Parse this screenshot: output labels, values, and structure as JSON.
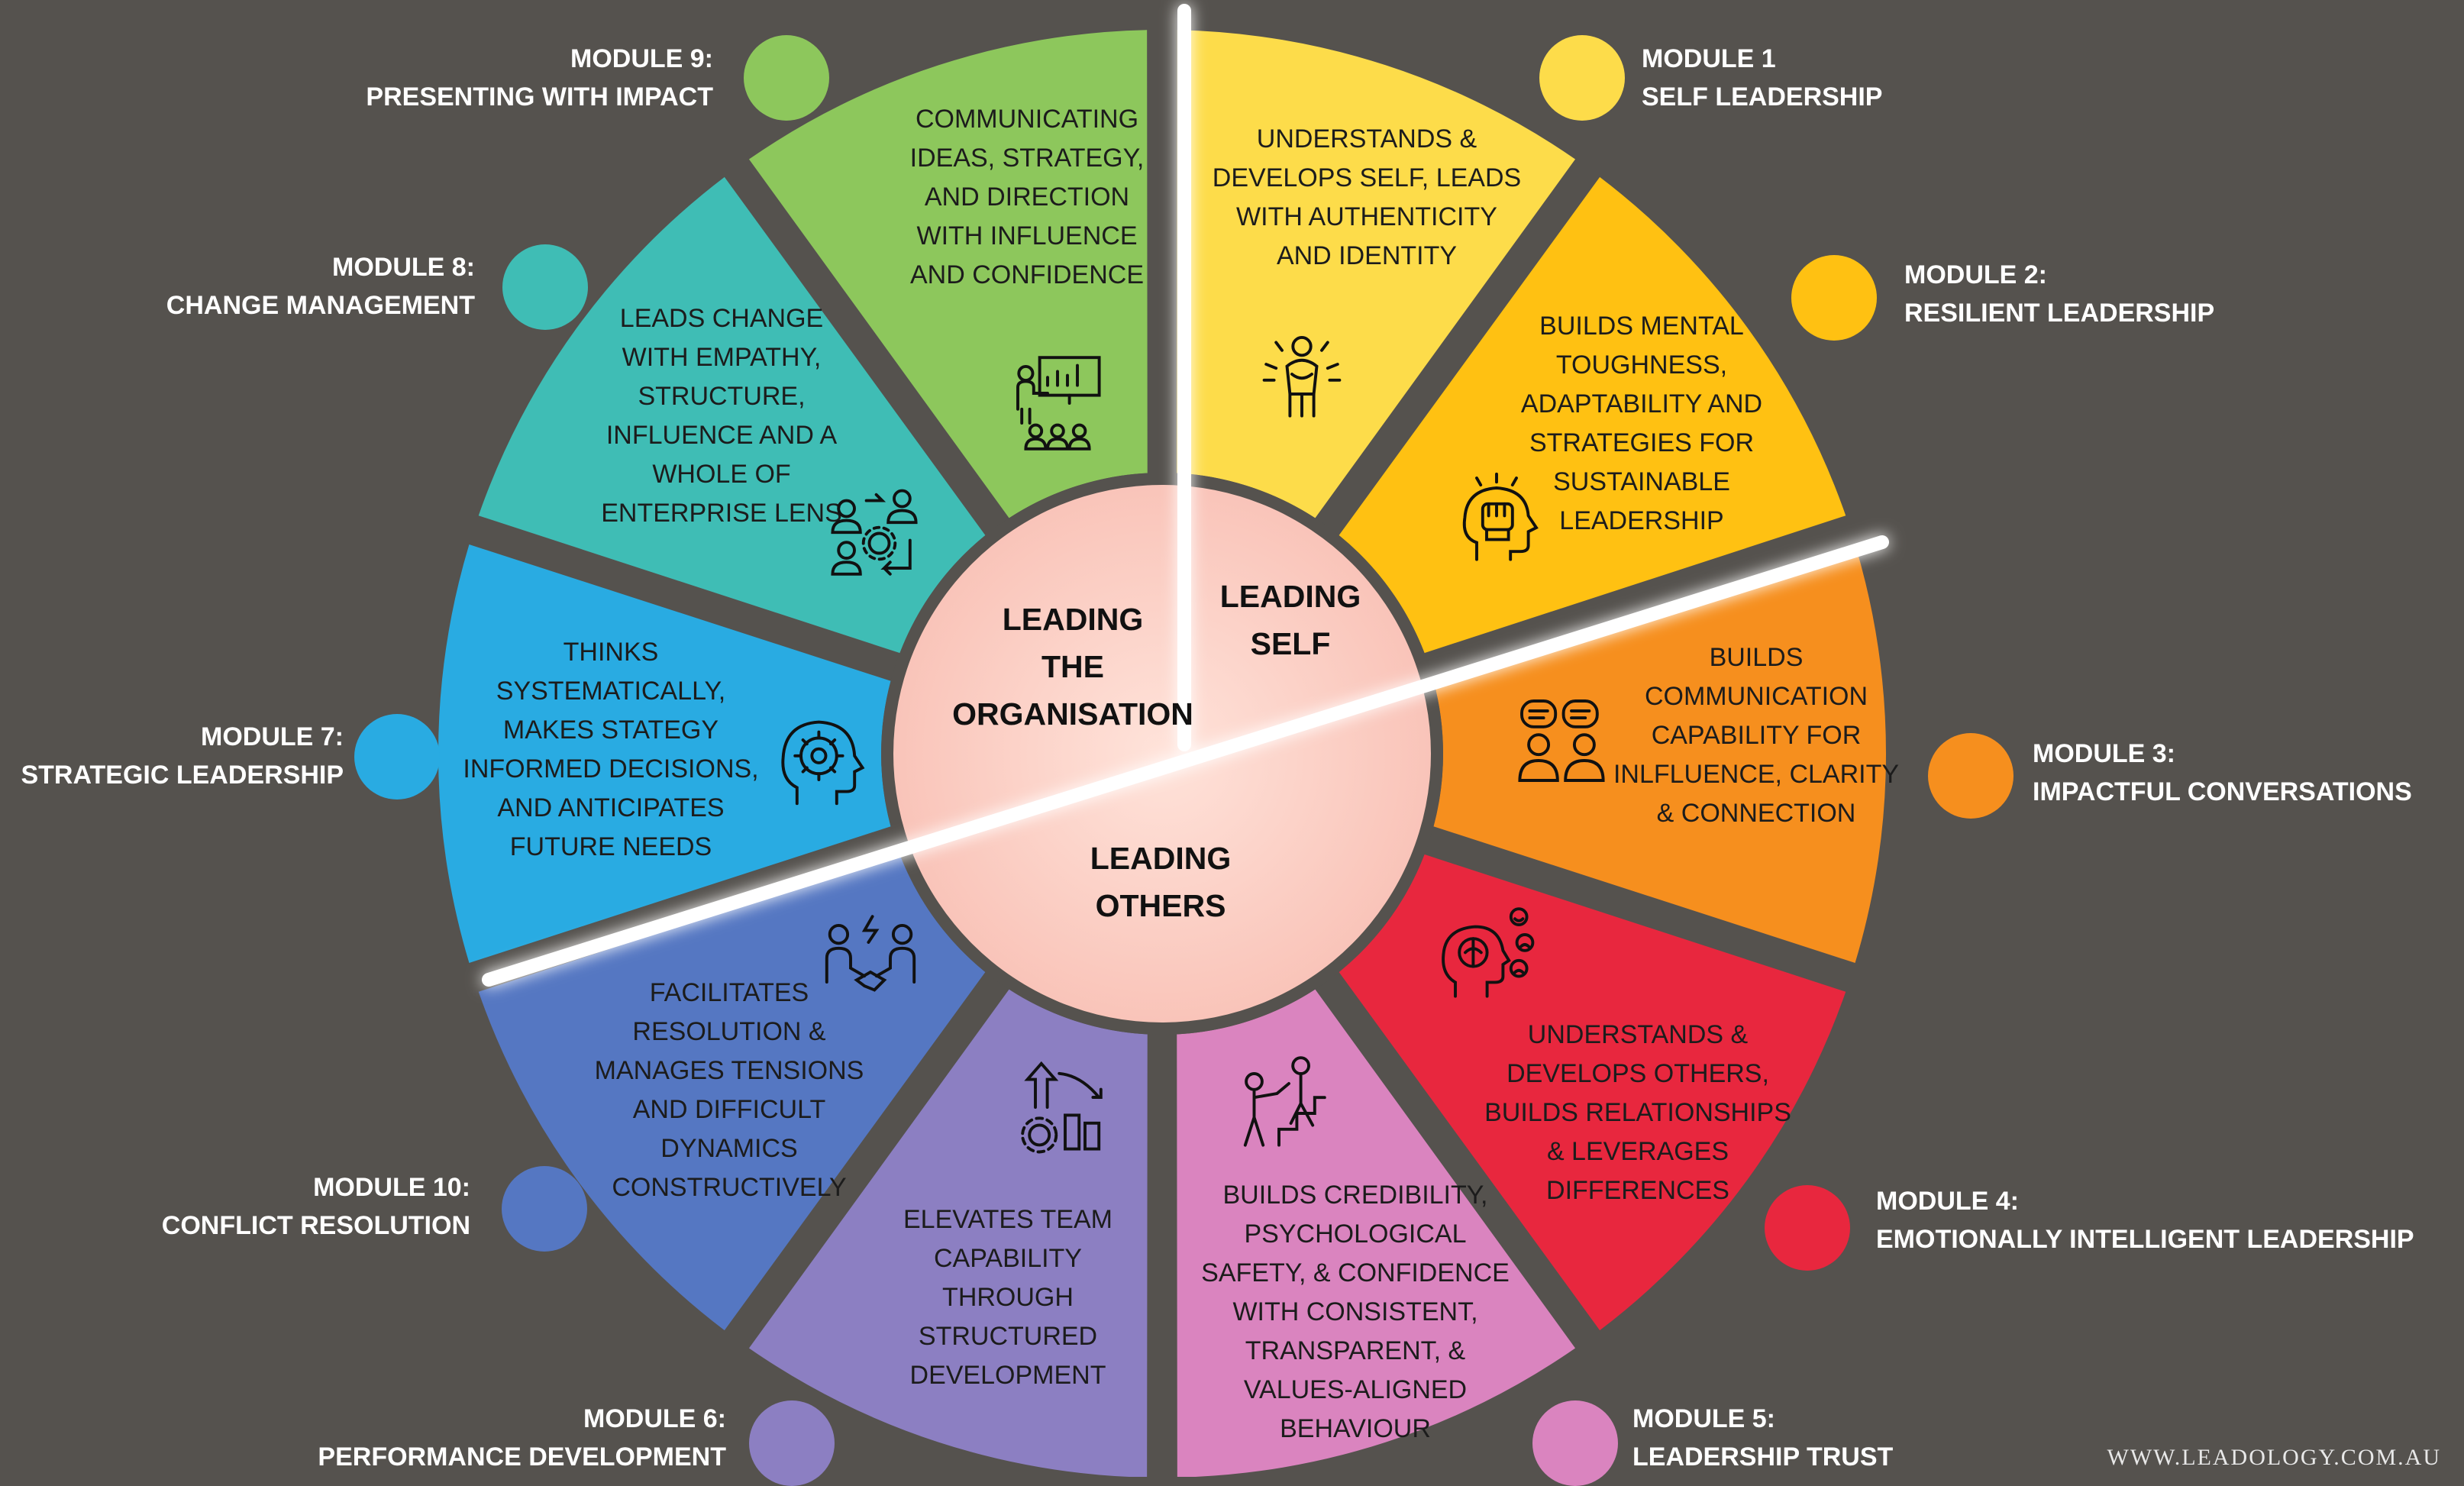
{
  "center": {
    "leading_self": [
      "LEADING",
      "SELF"
    ],
    "leading_org": [
      "LEADING",
      "THE",
      "ORGANISATION"
    ],
    "leading_others": [
      "LEADING",
      "OTHERS"
    ]
  },
  "modules": [
    {
      "id": "m1",
      "title": "MODULE 1",
      "name": "SELF LEADERSHIP",
      "color": "#fddc4a",
      "desc": [
        "UNDERSTANDS &",
        "DEVELOPS SELF, LEADS",
        "WITH AUTHENTICITY",
        "AND IDENTITY"
      ],
      "icon": "self-hug-person-icon"
    },
    {
      "id": "m2",
      "title": "MODULE 2:",
      "name": "RESILIENT LEADERSHIP",
      "color": "#ffc112",
      "desc": [
        "BUILDS MENTAL",
        "TOUGHNESS,",
        "ADAPTABILITY AND",
        "STRATEGIES FOR",
        "SUSTAINABLE",
        "LEADERSHIP"
      ],
      "icon": "fist-head-icon"
    },
    {
      "id": "m3",
      "title": "MODULE 3:",
      "name": "IMPACTFUL CONVERSATIONS",
      "color": "#f68f1e",
      "desc": [
        "BUILDS",
        "COMMUNICATION",
        "CAPABILITY FOR",
        "INLFLUENCE, CLARITY",
        "& CONNECTION"
      ],
      "icon": "conversation-icon"
    },
    {
      "id": "m4",
      "title": "MODULE 4:",
      "name": "EMOTIONALLY INTELLIGENT LEADERSHIP",
      "color": "#e8273e",
      "desc": [
        "UNDERSTANDS &",
        "DEVELOPS OTHERS,",
        "BUILDS RELATIONSHIPS",
        "& LEVERAGES",
        "DIFFERENCES"
      ],
      "icon": "emotion-brain-icon"
    },
    {
      "id": "m5",
      "title": "MODULE 5:",
      "name": "LEADERSHIP TRUST",
      "color": "#da84bf",
      "desc": [
        "BUILDS CREDIBILITY,",
        "PSYCHOLOGICAL",
        "SAFETY, & CONFIDENCE",
        "WITH CONSISTENT,",
        "TRANSPARENT, &",
        "VALUES-ALIGNED",
        "BEHAVIOUR"
      ],
      "icon": "helping-climb-icon"
    },
    {
      "id": "m6",
      "title": "MODULE 6:",
      "name": "PERFORMANCE DEVELOPMENT",
      "color": "#8c7fc2",
      "desc": [
        "ELEVATES TEAM",
        "CAPABILITY",
        "THROUGH",
        "STRUCTURED",
        "DEVELOPMENT"
      ],
      "icon": "growth-chart-icon"
    },
    {
      "id": "m10",
      "title": "MODULE 10:",
      "name": "CONFLICT RESOLUTION",
      "color": "#5577c2",
      "desc": [
        "FACILITATES",
        "RESOLUTION &",
        "MANAGES TENSIONS",
        "AND DIFFICULT",
        "DYNAMICS",
        "CONSTRUCTIVELY"
      ],
      "icon": "handshake-conflict-icon"
    },
    {
      "id": "m7",
      "title": "MODULE 7:",
      "name": "STRATEGIC LEADERSHIP",
      "color": "#29abe2",
      "desc": [
        "THINKS",
        "SYSTEMATICALLY,",
        "MAKES STATEGY",
        "INFORMED DECISIONS,",
        "AND ANTICIPATES",
        "FUTURE NEEDS"
      ],
      "icon": "strategy-head-icon"
    },
    {
      "id": "m8",
      "title": "MODULE 8:",
      "name": "CHANGE MANAGEMENT",
      "color": "#3fbdb5",
      "desc": [
        "LEADS CHANGE",
        "WITH EMPATHY,",
        "STRUCTURE,",
        "INFLUENCE AND A",
        "WHOLE OF",
        "ENTERPRISE LENS"
      ],
      "icon": "change-process-icon"
    },
    {
      "id": "m9",
      "title": "MODULE 9:",
      "name": "PRESENTING WITH IMPACT",
      "color": "#8dc75c",
      "desc": [
        "COMMUNICATING",
        "IDEAS, STRATEGY,",
        "AND DIRECTION",
        "WITH INFLUENCE",
        "AND CONFIDENCE"
      ],
      "icon": "presentation-icon"
    }
  ],
  "website": "WWW.LEADOLOGY.COM.AU"
}
